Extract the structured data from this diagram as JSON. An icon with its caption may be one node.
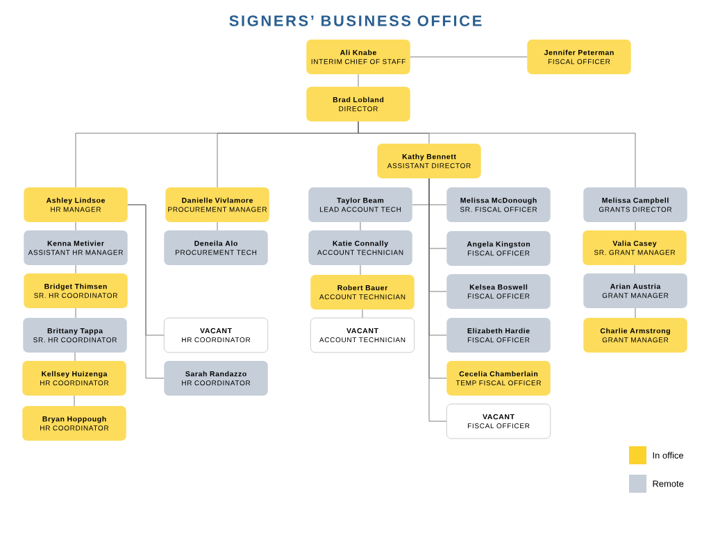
{
  "diagram": {
    "title": "SIGNERS’ BUSINESS OFFICE",
    "nodes": [
      {
        "text": [
          "Ali Knabe",
          "INTERIM CHIEF OF STAFF"
        ]
      },
      {
        "text": [
          "Jennifer Peterman",
          "FISCAL OFFICER"
        ]
      },
      {
        "text": [
          "Brad Lobland",
          "DIRECTOR"
        ]
      },
      {
        "text": [
          "Kathy Bennett",
          "ASSISTANT DIRECTOR"
        ]
      },
      {
        "text": [
          "Ashley Lindsoe",
          "HR MANAGER"
        ]
      },
      {
        "text": [
          "Kenna Metivier",
          "ASSISTANT HR MANAGER"
        ]
      },
      {
        "text": [
          "Bridget Thimsen",
          "SR. HR COORDINATOR"
        ]
      },
      {
        "text": [
          "Brittany Tappa",
          "SR. HR COORDINATOR"
        ]
      },
      {
        "text": [
          "Kellsey Huizenga",
          "HR COORDINATOR"
        ]
      },
      {
        "text": [
          "Bryan Hoppough",
          "HR COORDINATOR"
        ]
      },
      {
        "text": [
          "VACANT",
          "HR COORDINATOR"
        ]
      },
      {
        "text": [
          "Sarah Randazzo",
          "HR COORDINATOR"
        ]
      },
      {
        "text": [
          "Danielle Vivlamore",
          "PROCUREMENT MANAGER"
        ]
      },
      {
        "text": [
          "Deneila Alo",
          "PROCUREMENT TECH"
        ]
      },
      {
        "text": [
          "Taylor Beam",
          "LEAD ACCOUNT TECH"
        ]
      },
      {
        "text": [
          "Katie Connally",
          "ACCOUNT TECHNICIAN"
        ]
      },
      {
        "text": [
          "Robert Bauer",
          "ACCOUNT TECHNICIAN"
        ]
      },
      {
        "text": [
          "VACANT",
          "ACCOUNT TECHNICIAN"
        ]
      },
      {
        "text": [
          "Melissa McDonough",
          "SR. FISCAL OFFICER"
        ]
      },
      {
        "text": [
          "Angela Kingston",
          "FISCAL OFFICER"
        ]
      },
      {
        "text": [
          "Kelsea Boswell",
          "FISCAL OFFICER"
        ]
      },
      {
        "text": [
          "Elizabeth Hardie",
          "FISCAL OFFICER"
        ]
      },
      {
        "text": [
          "Cecelia Chamberlain",
          "TEMP FISCAL OFFICER"
        ]
      },
      {
        "text": [
          "VACANT",
          "FISCAL OFFICER"
        ]
      },
      {
        "text": [
          "Melissa Campbell",
          "GRANTS DIRECTOR"
        ]
      },
      {
        "text": [
          "Valia Casey",
          "SR. GRANT MANAGER"
        ]
      },
      {
        "text": [
          "Arian Austria",
          "GRANT MANAGER"
        ]
      },
      {
        "text": [
          "Charlie Armstrong",
          "GRANT MANAGER"
        ]
      }
    ],
    "edges": [
      {
        "from": 0,
        "to": 1,
        "arrow": "none"
      },
      {
        "from": 0,
        "to": 2,
        "arrow": "none"
      },
      {
        "from": 2,
        "to": 4,
        "arrow": "none"
      },
      {
        "from": 2,
        "to": 12,
        "arrow": "none"
      },
      {
        "from": 2,
        "to": 3,
        "arrow": "none"
      },
      {
        "from": 2,
        "to": 24,
        "arrow": "none"
      },
      {
        "from": 4,
        "to": 5,
        "arrow": "none"
      },
      {
        "from": 5,
        "to": 6,
        "arrow": "none"
      },
      {
        "from": 6,
        "to": 7,
        "arrow": "none"
      },
      {
        "from": 7,
        "to": 8,
        "arrow": "none"
      },
      {
        "from": 8,
        "to": 9,
        "arrow": "none"
      },
      {
        "from": 4,
        "to": 10,
        "arrow": "none"
      },
      {
        "from": 4,
        "to": 11,
        "arrow": "none"
      },
      {
        "from": 12,
        "to": 13,
        "arrow": "none"
      },
      {
        "from": 3,
        "to": 14,
        "arrow": "none"
      },
      {
        "from": 14,
        "to": 15,
        "arrow": "none"
      },
      {
        "from": 15,
        "to": 16,
        "arrow": "none"
      },
      {
        "from": 16,
        "to": 17,
        "arrow": "none"
      },
      {
        "from": 3,
        "to": 18,
        "arrow": "none"
      },
      {
        "from": 3,
        "to": 19,
        "arrow": "none"
      },
      {
        "from": 3,
        "to": 20,
        "arrow": "none"
      },
      {
        "from": 3,
        "to": 21,
        "arrow": "none"
      },
      {
        "from": 3,
        "to": 22,
        "arrow": "none"
      },
      {
        "from": 3,
        "to": 23,
        "arrow": "none"
      },
      {
        "from": 24,
        "to": 25,
        "arrow": "none"
      },
      {
        "from": 25,
        "to": 26,
        "arrow": "none"
      },
      {
        "from": 26,
        "to": 27,
        "arrow": "none"
      }
    ],
    "legend": [
      {
        "text": "In office",
        "color": "#fcd22c"
      },
      {
        "text": "Remote",
        "color": "#c5ced9"
      }
    ]
  }
}
